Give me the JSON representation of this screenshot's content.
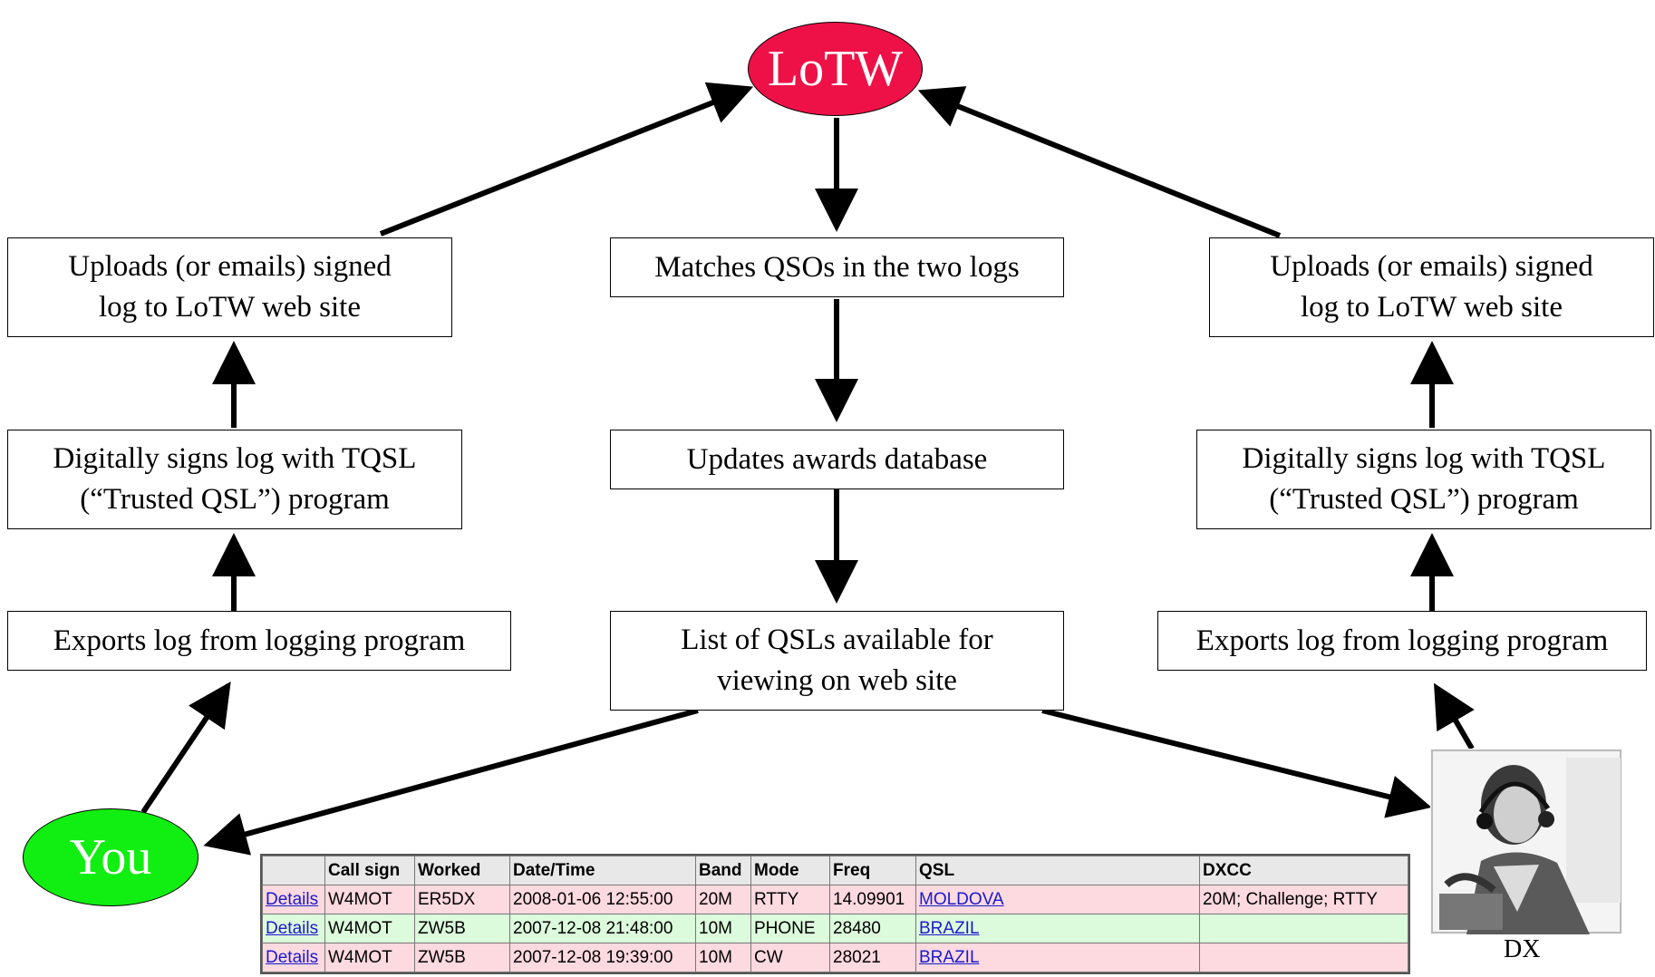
{
  "nodes": {
    "lotw": "LoTW",
    "you": "You",
    "dx": "DX",
    "left_upload": "Uploads (or emails) signed\nlog to LoTW web site",
    "left_sign": "Digitally signs log with TQSL\n(“Trusted QSL”) program",
    "left_export": "Exports log from logging program",
    "center_match": "Matches QSOs in the two logs",
    "center_update": "Updates awards database",
    "center_list": "List of QSLs available for\nviewing on web site",
    "right_upload": "Uploads (or emails) signed\nlog to LoTW web site",
    "right_sign": "Digitally signs log with TQSL\n(“Trusted QSL”) program",
    "right_export": "Exports log from logging program"
  },
  "colors": {
    "lotw_fill": "#ee1148",
    "you_fill": "#11ee11",
    "row_pink": "#fdd9e0",
    "row_green": "#dcfadc",
    "link": "#1a1acc"
  },
  "table": {
    "headers": [
      "",
      "Call sign",
      "Worked",
      "Date/Time",
      "Band",
      "Mode",
      "Freq",
      "QSL",
      "DXCC"
    ],
    "rows": [
      {
        "details": "Details",
        "call": "W4MOT",
        "worked": "ER5DX",
        "datetime": "2008-01-06 12:55:00",
        "band": "20M",
        "mode": "RTTY",
        "freq": "14.09901",
        "qsl": "MOLDOVA",
        "dxcc": "20M; Challenge; RTTY",
        "color": "pink"
      },
      {
        "details": "Details",
        "call": "W4MOT",
        "worked": "ZW5B",
        "datetime": "2007-12-08 21:48:00",
        "band": "10M",
        "mode": "PHONE",
        "freq": "28480",
        "qsl": "BRAZIL",
        "dxcc": "",
        "color": "green"
      },
      {
        "details": "Details",
        "call": "W4MOT",
        "worked": "ZW5B",
        "datetime": "2007-12-08 19:39:00",
        "band": "10M",
        "mode": "CW",
        "freq": "28021",
        "qsl": "BRAZIL",
        "dxcc": "",
        "color": "pink"
      }
    ]
  }
}
